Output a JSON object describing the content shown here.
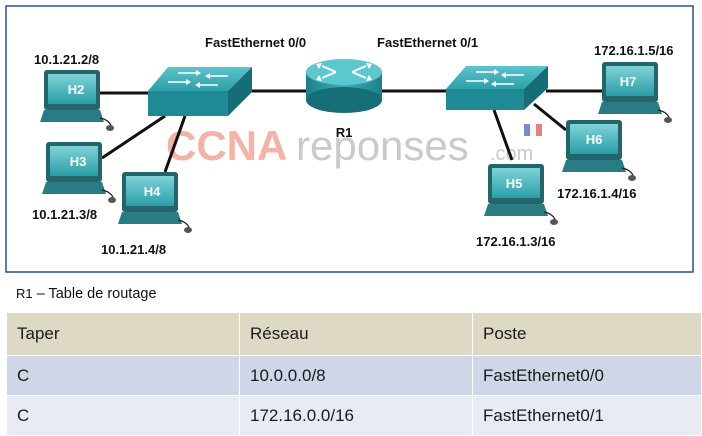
{
  "diagram": {
    "watermark": {
      "part1": "CCNA",
      "part2": "reponses",
      "part3": ".com"
    },
    "interfaces": {
      "fa00": "FastEthernet 0/0",
      "fa01": "FastEthernet 0/1"
    },
    "router": {
      "label": "R1"
    },
    "hosts": [
      {
        "id": "H2",
        "ip": "10.1.21.2/8"
      },
      {
        "id": "H3",
        "ip": "10.1.21.3/8"
      },
      {
        "id": "H4",
        "ip": "10.1.21.4/8"
      },
      {
        "id": "H5",
        "ip": "172.16.1.3/16"
      },
      {
        "id": "H6",
        "ip": "172.16.1.4/16"
      },
      {
        "id": "H7",
        "ip": "172.16.1.5/16"
      }
    ],
    "colors": {
      "frame": "#2f4f8f",
      "link": "#111111",
      "device_teal": "#2aa3ad",
      "watermark_orange": "#f0a090",
      "watermark_gray": "#bdbdbd"
    }
  },
  "routing_table": {
    "caption_router": "R1",
    "caption_text": " – Table de routage",
    "headers": [
      "Taper",
      "Réseau",
      "Poste"
    ],
    "rows": [
      [
        "C",
        "10.0.0.0/8",
        "FastEthernet0/0"
      ],
      [
        "C",
        "172.16.0.0/16",
        "FastEthernet0/1"
      ]
    ]
  }
}
